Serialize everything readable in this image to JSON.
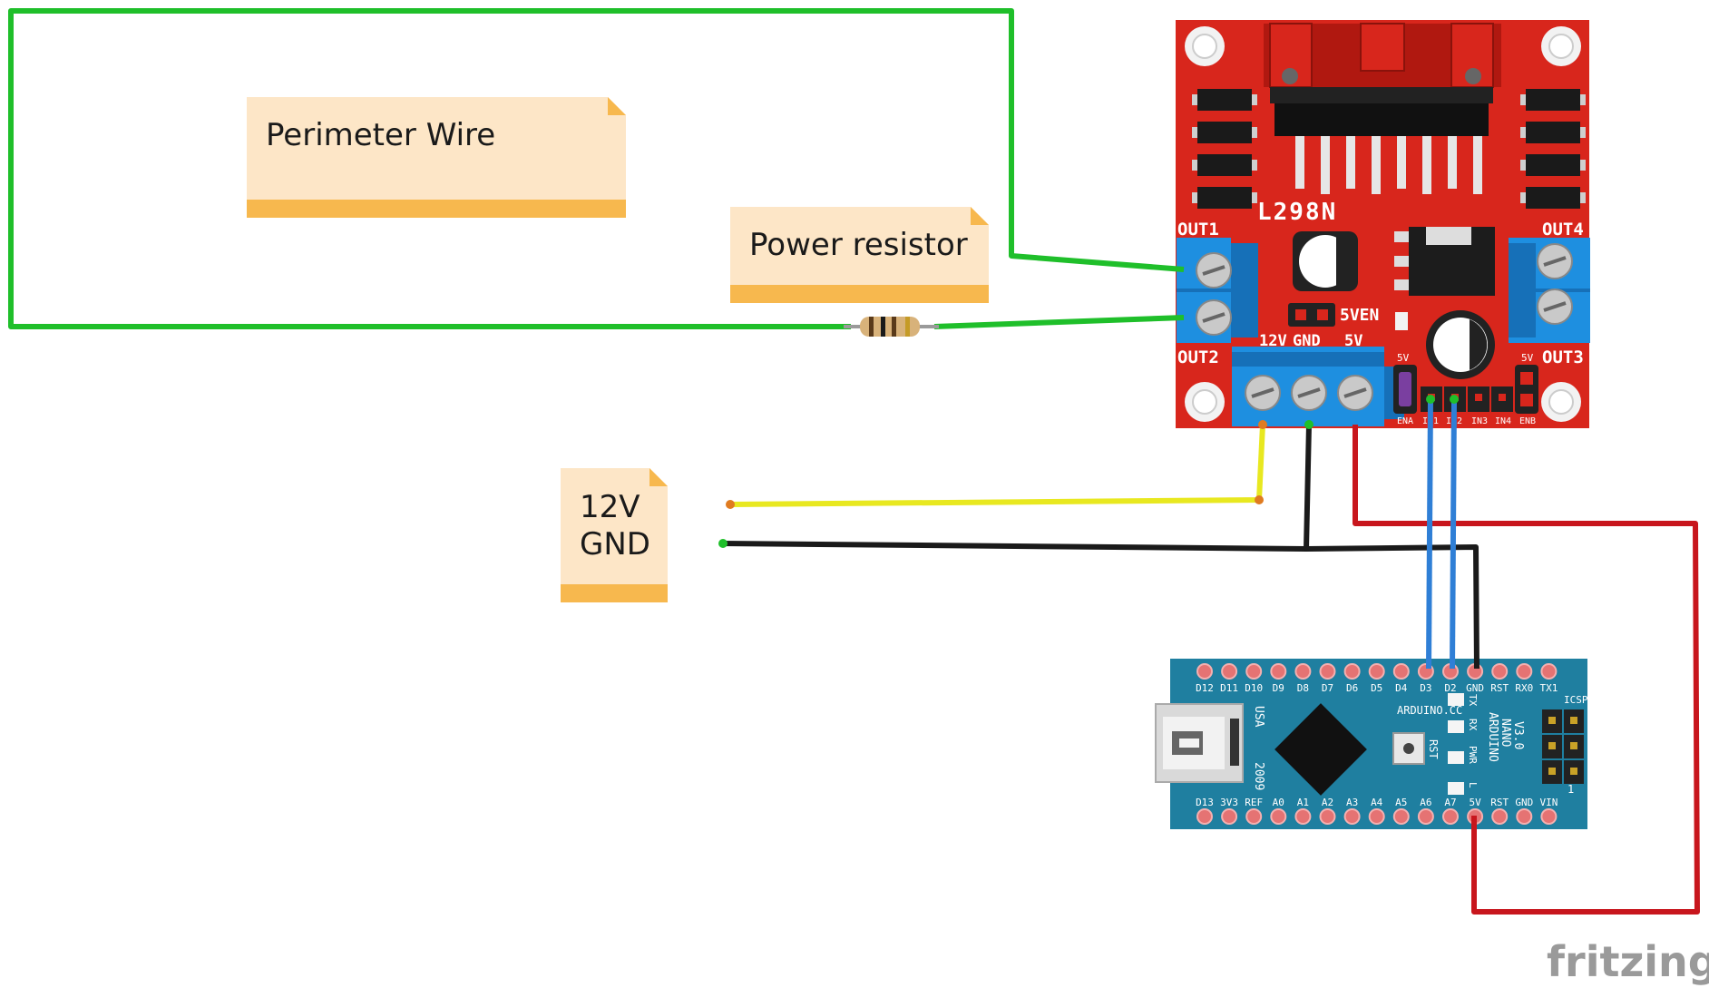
{
  "notes": {
    "perimeter": "Perimeter Wire",
    "resistor": "Power resistor",
    "power_line1": "12V",
    "power_line2": "GND"
  },
  "driver": {
    "name": "L298N",
    "out1": "OUT1",
    "out2": "OUT2",
    "out3": "OUT3",
    "out4": "OUT4",
    "v12": "12V",
    "gnd": "GND",
    "v5": "5V",
    "en5v": "5VEN",
    "jumper_5v_left": "5V",
    "jumper_5v_right": "5V",
    "pins": [
      "ENA",
      "IN1",
      "IN2",
      "IN3",
      "IN4",
      "ENB"
    ]
  },
  "nano": {
    "top_pins": [
      "D12",
      "D11",
      "D10",
      "D9",
      "D8",
      "D7",
      "D6",
      "D5",
      "D4",
      "D3",
      "D2",
      "GND",
      "RST",
      "RX0",
      "TX1"
    ],
    "bottom_pins": [
      "D13",
      "3V3",
      "REF",
      "A0",
      "A1",
      "A2",
      "A3",
      "A4",
      "A5",
      "A6",
      "A7",
      "5V",
      "RST",
      "GND",
      "VIN"
    ],
    "brand": "ARDUINO.CC",
    "usa": "USA",
    "year": "2009",
    "title1": "ARDUINO",
    "title2": "NANO",
    "title3": "V3.0",
    "icsp": "ICSP",
    "icsp_one": "1",
    "rst_btn": "RST",
    "led_tx": "TX",
    "led_rx": "RX",
    "led_pwr": "PWR",
    "led_l": "L"
  },
  "watermark": "fritzing",
  "colors": {
    "perimeter_wire": "#1fbf2a",
    "v12_wire": "#e8e820",
    "gnd_wire": "#1a1a1a",
    "v5_wire": "#c8161d",
    "signal_wire": "#2f7fd6",
    "l298n_board": "#d8261c",
    "nano_board": "#1f7fa0",
    "terminal_block": "#1e8fe0",
    "note_fill": "#fde6c7",
    "note_bar": "#f7b84e"
  }
}
